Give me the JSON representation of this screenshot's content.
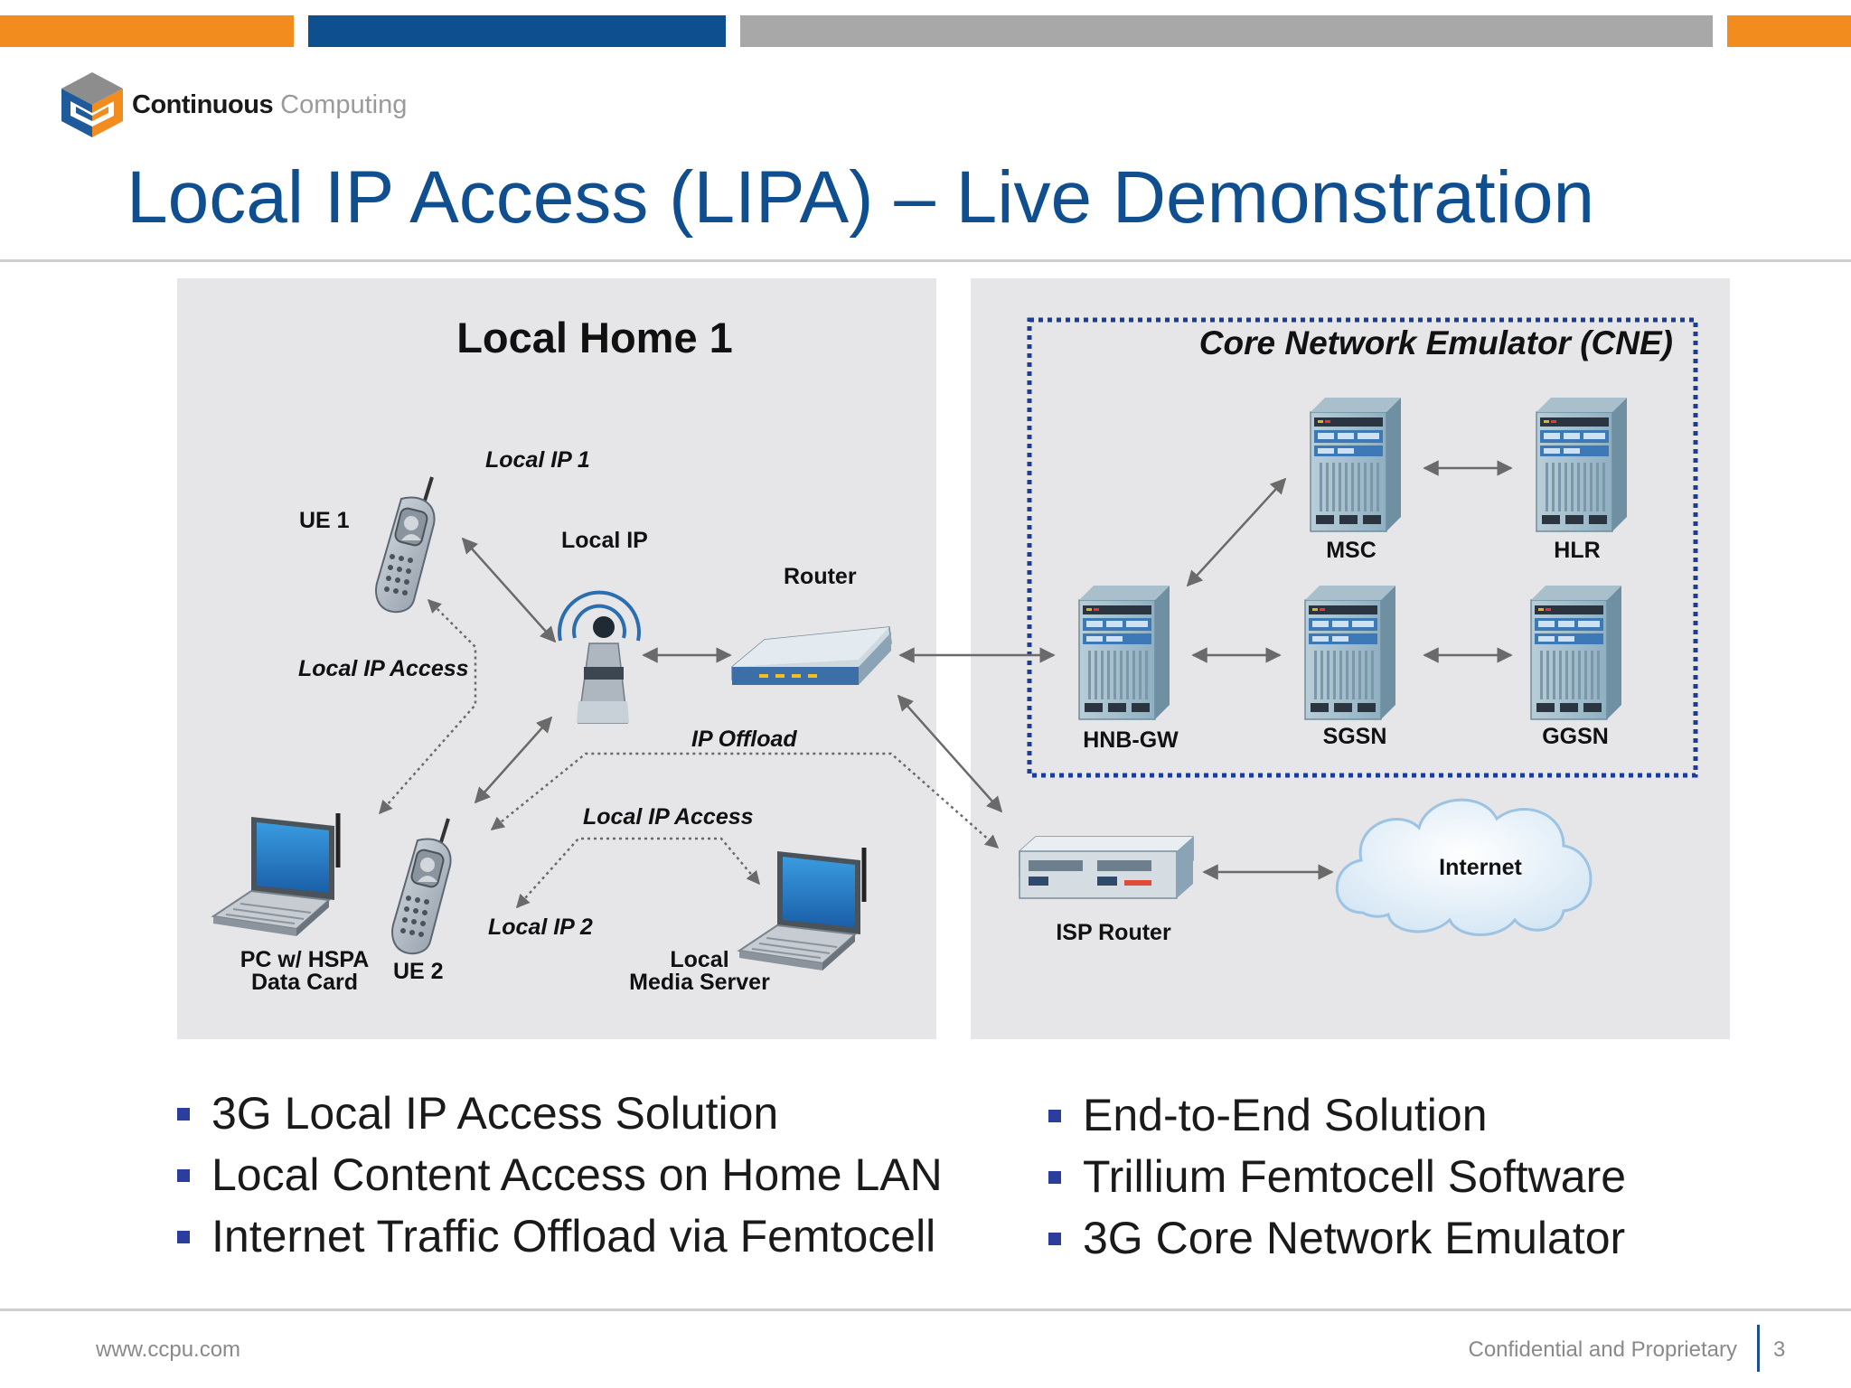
{
  "colors": {
    "orange": "#f28c1e",
    "blue": "#0e4f90",
    "gray_bar": "#a8a8a8",
    "title_blue": "#0f4f8f",
    "panel_bg": "#e6e6e8",
    "bullet_square": "#2b3e9e",
    "cne_border": "#1a3c9c"
  },
  "header": {
    "logo_bold": "Continuous",
    "logo_light": "Computing",
    "logo_icon": "cube-logo-icon"
  },
  "title": "Local IP Access (LIPA) – Live Demonstration",
  "diagram": {
    "left_panel_title": "Local Home 1",
    "cne_title": "Core Network Emulator (CNE)",
    "labels": {
      "ue1": "UE 1",
      "local_ip_1": "Local IP 1",
      "local_ip": "Local IP",
      "router": "Router",
      "local_ip_access_left": "Local IP Access",
      "ip_offload": "IP Offload",
      "local_ip_access_mid": "Local IP Access",
      "local_ip_2": "Local IP 2",
      "pc_line1": "PC w/ HSPA",
      "pc_line2": "Data Card",
      "ue2": "UE 2",
      "media_line1": "Local",
      "media_line2": "Media Server",
      "msc": "MSC",
      "hlr": "HLR",
      "hnbgw": "HNB-GW",
      "sgsn": "SGSN",
      "ggsn": "GGSN",
      "isp_router": "ISP Router",
      "internet": "Internet"
    },
    "icons": [
      "phone-icon",
      "femtocell-icon",
      "router-icon",
      "server-icon",
      "laptop-icon",
      "cloud-icon"
    ]
  },
  "bullets_left": [
    "3G Local IP Access Solution",
    "Local Content Access on Home LAN",
    "Internet Traffic Offload via Femtocell"
  ],
  "bullets_right": [
    "End-to-End Solution",
    "Trillium Femtocell Software",
    "3G Core Network Emulator"
  ],
  "footer": {
    "url": "www.ccpu.com",
    "confidential": "Confidential and Proprietary",
    "page_number": "3"
  }
}
